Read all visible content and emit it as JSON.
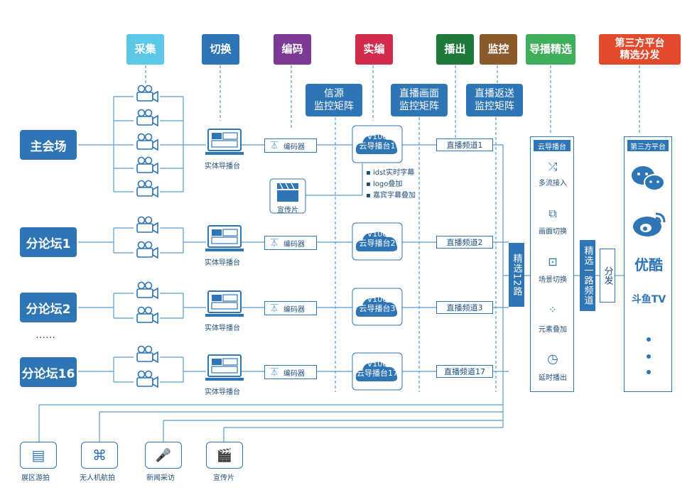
{
  "headers": {
    "collect": "采集",
    "switch": "切换",
    "encode": "编码",
    "live_edit": "实编",
    "broadcast": "播出",
    "monitor": "监控",
    "select": "导播精选",
    "third_party": "第三方平台\n精选分发"
  },
  "colors": {
    "collect": "#5BC8E8",
    "switch": "#2E75B6",
    "encode": "#7C3A96",
    "live_edit": "#D12C4E",
    "broadcast": "#1F7A3A",
    "monitor": "#8B5A2B",
    "select": "#3FAE5A",
    "third_party": "#E24A2B",
    "primary": "#2E75B6"
  },
  "matrices": {
    "source": "信源\n监控矩阵",
    "live_picture": "直播画面\n监控矩阵",
    "return": "直播返送\n监控矩阵"
  },
  "venues": [
    "主会场",
    "分论坛1",
    "分论坛2",
    "分论坛16"
  ],
  "ellipsis": "……",
  "switcher_label": "实体导播台",
  "encoder_label": "编码器",
  "promo_label": "宣传片",
  "clouds": [
    {
      "model": "V100",
      "name": "云导播台1"
    },
    {
      "model": "V100",
      "name": "云导播台2"
    },
    {
      "model": "V100",
      "name": "云导播台3"
    },
    {
      "model": "V100",
      "name": "云导播台17"
    }
  ],
  "features": [
    "idst实时字幕",
    "logo叠加",
    "嘉宾字幕叠加"
  ],
  "channels": [
    "直播频道1",
    "直播频道2",
    "直播频道3",
    "直播频道17"
  ],
  "select12": "精选12路",
  "cloud_panel": {
    "title": "云导播台",
    "items": [
      "多流接入",
      "画面切换",
      "场景切换",
      "元素叠加",
      "延时播出"
    ]
  },
  "select_one": "精选一路频道",
  "distribute": "分发",
  "third_panel": {
    "title": "第三方平台",
    "platforms": [
      "wechat-icon",
      "weibo-icon",
      "优酷",
      "斗鱼TV"
    ]
  },
  "bottom_sources": [
    "展区游拍",
    "无人机航拍",
    "新闻采访",
    "宣传片"
  ]
}
